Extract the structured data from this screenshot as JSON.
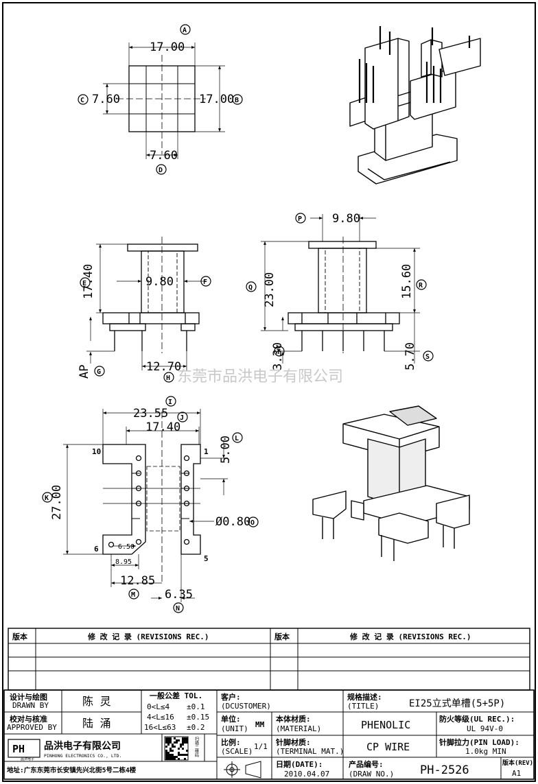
{
  "dimensions": {
    "a": "17.00",
    "b": "17.00",
    "c": "7.60",
    "d": "7.60",
    "p": "9.80",
    "f": "9.80",
    "e": "17.40",
    "q": "23.00",
    "r": "15.60",
    "ap": "AP",
    "g": "12.70",
    "t": "3.30",
    "s": "5.70",
    "i": "23.55",
    "j": "17.40",
    "l": "5.00",
    "k": "27.00",
    "o": "Ø0.80",
    "x1": "6.50",
    "x2": "8.95",
    "m": "12.85",
    "n": "6.35"
  },
  "balloons": {
    "a": "A",
    "b": "B",
    "c": "C",
    "d": "D",
    "p": "P",
    "e": "E",
    "f": "F",
    "q": "Q",
    "r": "R",
    "g": "G",
    "h": "H",
    "t": "T",
    "s": "S",
    "i": "I",
    "j": "J",
    "l": "L",
    "k": "K",
    "o": "O",
    "m": "M",
    "n": "N"
  },
  "pins": {
    "p1": "1",
    "p5": "5",
    "p6": "6",
    "p10": "10"
  },
  "watermark": "东莞市品洪电子有限公司",
  "revisions": {
    "col_ver": "版本",
    "col_rec": "修 改 记 录 (REVISIONS REC.)",
    "col_ver2": "版本",
    "col_rec2": "修 改 记 录 (REVISIONS REC.)"
  },
  "titleblock": {
    "design_cn": "设计与绘图",
    "design_en": "DRAWN BY",
    "design_name": "陈 灵",
    "check_cn": "校对与核准",
    "check_en": "APPROVED BY",
    "check_name": "陆 涌",
    "tol_title": "一般公差 TOL.",
    "tol1": "0<L≤4",
    "tol1v": "±0.1",
    "tol2": "4<L≤16",
    "tol2v": "±0.15",
    "tol3": "16<L≤63",
    "tol3v": "±0.2",
    "customer_cn": "客户:",
    "customer_en": "(DCUSTOMER)",
    "title_cn": "规格描述:",
    "title_en": "(TITLE)",
    "title_val": "EI25立式单槽(5+5P)",
    "unit_cn": "单位:",
    "unit_en": "(UNIT)",
    "unit_val": "MM",
    "material_cn": "本体材质:",
    "material_en": "(MATERIAL)",
    "material_val": "PHENOLIC",
    "ul_cn": "防火等级(UL REC.):",
    "ul_val": "UL 94V-0",
    "scale_cn": "比例:",
    "scale_en": "(SCALE)",
    "scale_val": "1/1",
    "terminal_cn": "针脚材质:",
    "terminal_en": "(TERMINAL MAT.)",
    "terminal_val": "CP WIRE",
    "pinload_cn": "针脚拉力(PIN LOAD):",
    "pinload_val": "1.0kg MIN",
    "date_cn": "日期(DATE):",
    "date_val": "2010.04.07",
    "drawno_cn": "产品编号:",
    "drawno_en": "(DRAW NO.)",
    "drawno_val": "PH-2526",
    "rev_cn": "版本(REV):",
    "rev_val": "A1",
    "company_cn": "品洪电子有限公司",
    "company_en": "PINHONG ELECTRONICS CO., LTD.",
    "logo": "PH",
    "logo_sub": "品洪电子",
    "address": "地址:广东东莞市长安镇先兴北街5号二栋4楼",
    "qr_side": "扫描二维码"
  }
}
